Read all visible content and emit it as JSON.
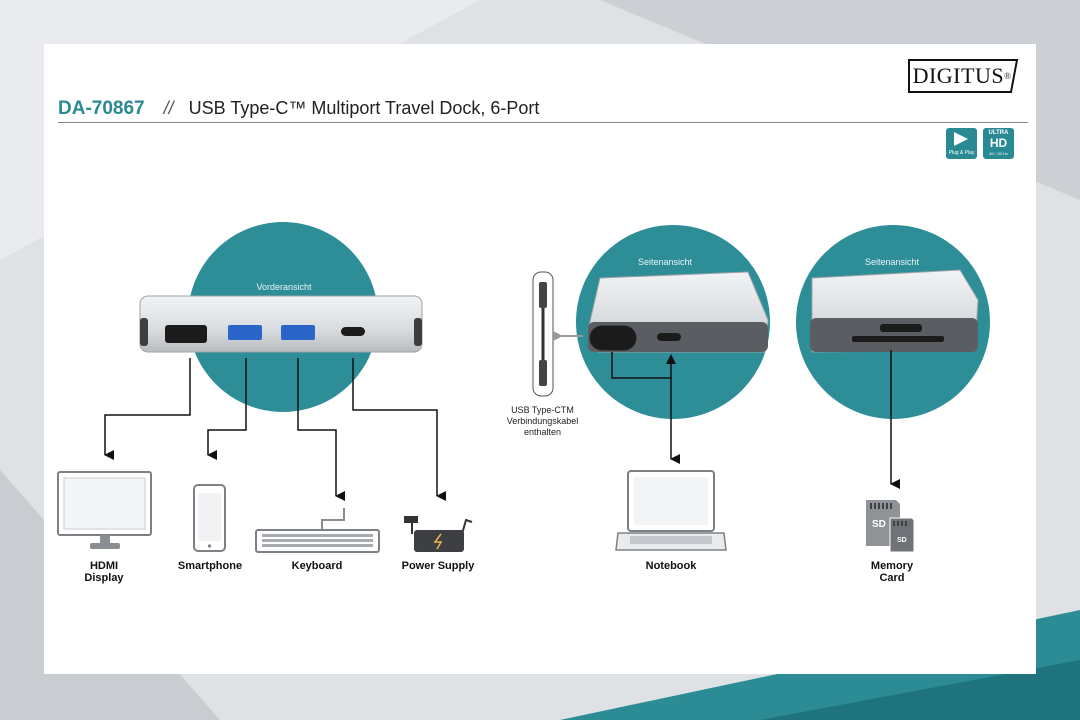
{
  "brand": {
    "logo_text": "DIGITUS",
    "registered": "®"
  },
  "header": {
    "product_code": "DA-70867",
    "separator": "//",
    "product_title": "USB Type-C™ Multiport Travel Dock, 6-Port"
  },
  "badges": [
    {
      "name": "plug-and-play",
      "caption": "Plug & Play"
    },
    {
      "name": "ultra-hd",
      "top": "ULTRA",
      "main": "HD",
      "caption": "4K / 30 Hz"
    }
  ],
  "views": {
    "front": "Vorderansicht",
    "side_left": "Seitenansicht",
    "side_right": "Seitenansicht"
  },
  "cable_note": [
    "USB Type-CTM",
    "Verbindungskabel",
    "enthalten"
  ],
  "devices": [
    {
      "id": "hdmi-display",
      "lines": [
        "HDMI",
        "Display"
      ],
      "icon": "monitor-icon"
    },
    {
      "id": "smartphone",
      "lines": [
        "Smartphone"
      ],
      "icon": "smartphone-icon"
    },
    {
      "id": "keyboard",
      "lines": [
        "Keyboard"
      ],
      "icon": "keyboard-icon"
    },
    {
      "id": "power-supply",
      "lines": [
        "Power Supply"
      ],
      "icon": "power-adapter-icon"
    },
    {
      "id": "notebook",
      "lines": [
        "Notebook"
      ],
      "icon": "laptop-icon"
    },
    {
      "id": "memory-card",
      "lines": [
        "Memory",
        "Card"
      ],
      "icon": "sd-card-icon"
    }
  ],
  "sd_label": "SD",
  "colors": {
    "teal": "#2a8a93",
    "circle": "#2e8e98",
    "line": "#111111",
    "dock_silver": "#e2e4e6"
  }
}
